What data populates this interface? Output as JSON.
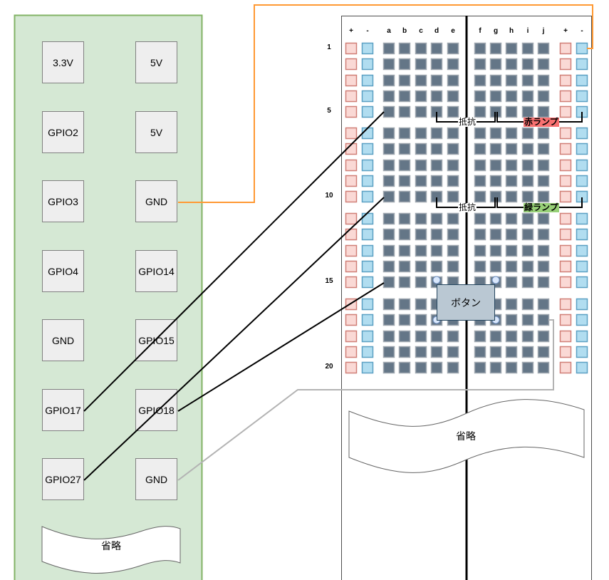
{
  "raspberry_pi": {
    "pins": [
      {
        "id": "3v3",
        "label": "3.3V"
      },
      {
        "id": "5v-1",
        "label": "5V"
      },
      {
        "id": "gpio2",
        "label": "GPIO2"
      },
      {
        "id": "5v-2",
        "label": "5V"
      },
      {
        "id": "gpio3",
        "label": "GPIO3"
      },
      {
        "id": "gnd-1",
        "label": "GND"
      },
      {
        "id": "gpio4",
        "label": "GPIO4"
      },
      {
        "id": "gpio14",
        "label": "GPIO14"
      },
      {
        "id": "gnd-2",
        "label": "GND"
      },
      {
        "id": "gpio15",
        "label": "GPIO15"
      },
      {
        "id": "gpio17",
        "label": "GPIO17"
      },
      {
        "id": "gpio18",
        "label": "GPIO18"
      },
      {
        "id": "gpio27",
        "label": "GPIO27"
      },
      {
        "id": "gnd-3",
        "label": "GND"
      }
    ],
    "omitted_label": "省略"
  },
  "breadboard": {
    "column_headers": [
      "+",
      "-",
      "a",
      "b",
      "c",
      "d",
      "e",
      "f",
      "g",
      "h",
      "i",
      "j",
      "+",
      "-"
    ],
    "row_labels": [
      {
        "row": 1,
        "label": "1"
      },
      {
        "row": 5,
        "label": "5"
      },
      {
        "row": 10,
        "label": "10"
      },
      {
        "row": 15,
        "label": "15"
      },
      {
        "row": 20,
        "label": "20"
      }
    ],
    "row_count": 20,
    "omitted_label": "省略"
  },
  "components": {
    "resistor_1": {
      "label": "抵抗",
      "from": "d5",
      "to": "g5"
    },
    "red_lamp": {
      "label": "赤ランプ",
      "from": "g5",
      "to": "-5 (right rail)"
    },
    "resistor_2": {
      "label": "抵抗",
      "from": "d10",
      "to": "g10"
    },
    "green_lamp": {
      "label": "緑ランプ",
      "from": "g10",
      "to": "-10 (right rail)"
    },
    "button": {
      "label": "ボタン",
      "pins": [
        "d15",
        "g15",
        "d17",
        "g17"
      ]
    }
  },
  "wires": [
    {
      "from": "GND (pin 6)",
      "to": "right - rail row 1",
      "color": "#ff9933"
    },
    {
      "from": "GPIO17",
      "to": "a5",
      "color": "#000000"
    },
    {
      "from": "GPIO27",
      "to": "a10",
      "color": "#000000"
    },
    {
      "from": "GPIO18",
      "to": "a15",
      "color": "#000000"
    },
    {
      "from": "GND (pin 14)",
      "to": "j17",
      "color": "#b3b3b3"
    }
  ],
  "colors": {
    "pi_board_fill": "#d5e8d4",
    "pi_board_border": "#82b366",
    "rail_plus_fill": "#fad9d5",
    "rail_plus_border": "#d07f77",
    "rail_minus_fill": "#b1ddf0",
    "rail_minus_border": "#5ba0c3",
    "hole_fill": "#647687",
    "hole_border": "#a0a8b0"
  }
}
